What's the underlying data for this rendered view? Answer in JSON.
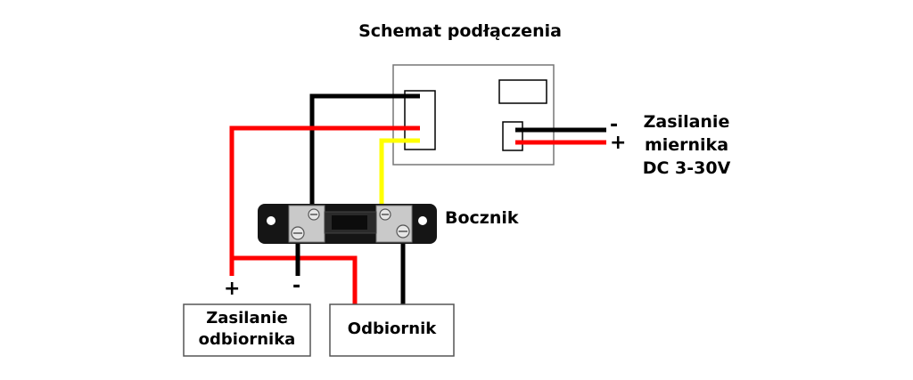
{
  "title": "Schemat podłączenia",
  "shunt_label": "Bocznik",
  "meter_supply": {
    "lines": [
      "Zasilanie",
      "miernika",
      "DC 3-30V"
    ],
    "minus": "-",
    "plus": "+"
  },
  "load_supply": {
    "lines": [
      "Zasilanie",
      "odbiornika"
    ],
    "plus": "+",
    "minus": "-"
  },
  "load_box": {
    "label": "Odbiornik"
  },
  "colors": {
    "wire_black": "#000000",
    "wire_red": "#ff0000",
    "wire_yellow": "#ffff00",
    "shunt_body": "#151515",
    "terminal_metal": "#c9c9c9",
    "box_border": "#555555"
  }
}
